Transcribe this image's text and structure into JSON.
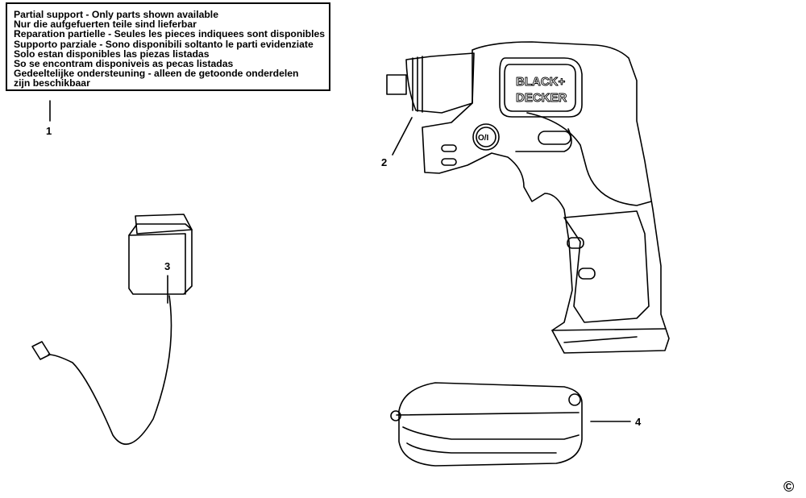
{
  "notice": {
    "lines": [
      "Partial support - Only parts shown available",
      "Nur die aufgefuerten teile sind lieferbar",
      "Reparation partielle - Seules les pieces indiquees sont disponibles",
      "Supporto parziale - Sono disponibili soltanto le parti evidenziate",
      "Solo estan disponibles las piezas listadas",
      "So se encontram disponiveis as pecas listadas",
      "Gedeeltelijke ondersteuning - alleen de getoonde onderdelen",
      "zijn beschikbaar"
    ]
  },
  "callouts": [
    "1",
    "2",
    "3",
    "4"
  ],
  "drill": {
    "brand_line1": "BLACK+",
    "brand_line2": "DECKER",
    "switch_label": "O/I"
  },
  "copyright": "©"
}
